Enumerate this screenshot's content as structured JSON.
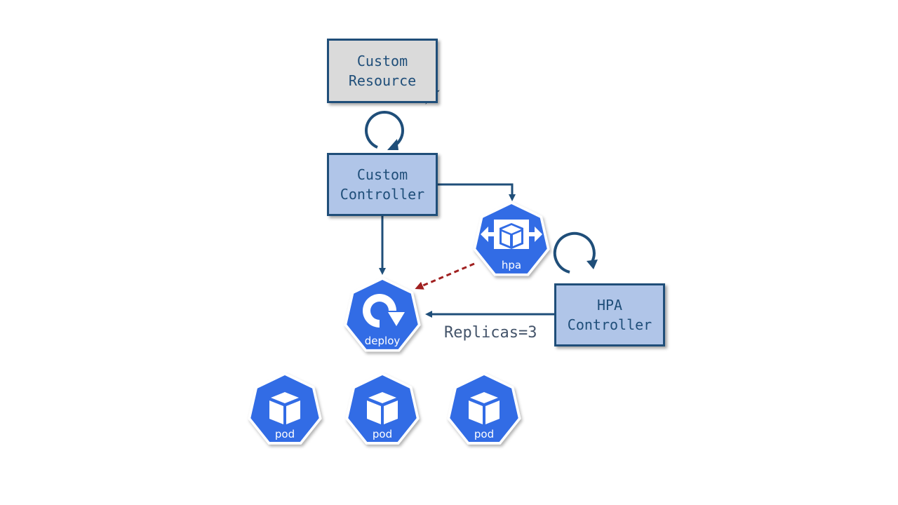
{
  "nodes": {
    "custom_resource": {
      "line1": "Custom",
      "line2": "Resource"
    },
    "custom_controller": {
      "line1": "Custom",
      "line2": "Controller"
    },
    "hpa_controller": {
      "line1": "HPA",
      "line2": "Controller"
    }
  },
  "k8s_icons": {
    "hpa": "hpa",
    "deploy": "deploy",
    "pods": [
      "pod",
      "pod",
      "pod"
    ]
  },
  "edges": {
    "hpa_to_deploy_label": "Replicas=3"
  },
  "colors": {
    "dark_blue": "#1f4e79",
    "k8s_blue": "#326ce5",
    "resource_gray": "#dadada",
    "controller_blue": "#b0c5e8",
    "dashed_red": "#a02020"
  }
}
